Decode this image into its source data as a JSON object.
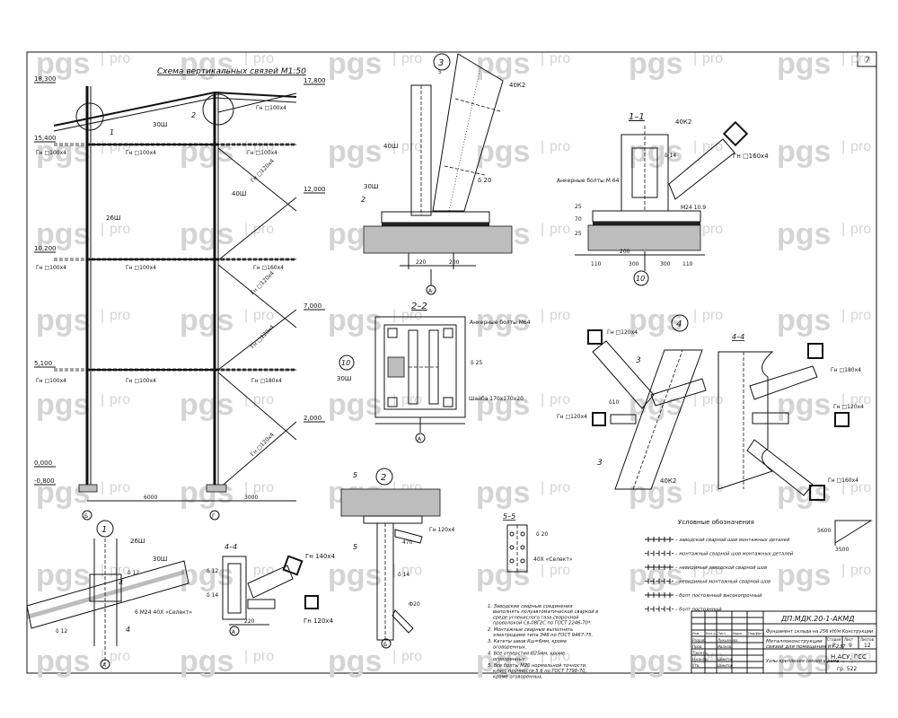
{
  "sheet": {
    "page_number": "7",
    "watermark_main": "pgs",
    "watermark_sub": "pro"
  },
  "scheme": {
    "title": "Схема вертикальных связей М1:50",
    "elevations": [
      "18,300",
      "17,800",
      "15,400",
      "12,000",
      "10,200",
      "7,000",
      "5,100",
      "2,000",
      "0,000",
      "-0,800"
    ],
    "bays": [
      "6000",
      "3000"
    ],
    "axes": [
      "Б",
      "Г"
    ],
    "labels": {
      "purlin": "30Ш",
      "col1": "26Ш",
      "col2": "40Ш",
      "gn100_1": "Гн □100х4",
      "gn100_2": "Гн □100х4",
      "gn100_3": "Гн □100х4",
      "gn100_4": "Гн □100х4",
      "gn100_5": "Гн □100х4",
      "gn100_6": "Гн □100х4",
      "gn100_7": "Гн □100х4",
      "gn100_8": "Гн □100х4",
      "gn160": "Гн □160х4",
      "gn180": "Гн □180х4",
      "gn120_1": "Гн □120х4",
      "gn120_2": "Гн □120х4",
      "gn120_3": "Гн □120х4",
      "gn120_4": "Гн □120х4",
      "callout1": "1",
      "callout2": "2"
    }
  },
  "node3": {
    "callout": "3",
    "sub": "5",
    "col": "40Ш",
    "brace": "40К2",
    "beam": "30Ш",
    "plate": "δ 20",
    "dims": [
      "220",
      "200"
    ],
    "axis": "А",
    "sec": "2"
  },
  "sec11": {
    "title": "1–1",
    "col": "40К2",
    "bolts": "Анкерные болты М 64",
    "plate": "δ 14",
    "brace": "Гн □160х4",
    "bolt": "М24 10.9",
    "dims": [
      "110",
      "200",
      "300",
      "300",
      "110"
    ],
    "vert": [
      "25",
      "70",
      "25"
    ],
    "axis": "10"
  },
  "sec22": {
    "title": "2–2",
    "bolts": "Анкерные болты М64",
    "plate": "δ 25",
    "washer": "Шайба 170х170х20",
    "beam": "30Ш",
    "axis": "10",
    "axis2": "А"
  },
  "node4": {
    "callout": "4",
    "sec": "4–4",
    "gn120a": "Гн □120х4",
    "gn120b": "Гн □120х4",
    "gn180": "Гн □180х4",
    "gn120c": "Гн □120х4",
    "gn160": "Гн □160х4",
    "col": "40К2",
    "plate": "δ10",
    "mark": "3"
  },
  "node1": {
    "callout": "1",
    "beam": "26Ш",
    "beam2": "30Ш",
    "plate": "δ 12",
    "plate2": "δ 12",
    "bolts": "6 М24 40Х «Селект»",
    "sec": "4",
    "axis": "А"
  },
  "node44": {
    "sec": "4–4",
    "gn1": "Гн 140х4",
    "gn2": "Гн 120х4",
    "plate": "δ 12",
    "plate2": "δ 14",
    "dim": "220",
    "axis": "А"
  },
  "node2": {
    "callout": "2",
    "sec": "5",
    "gn": "Гн 120х4",
    "plate": "δ 14",
    "pipe": "Ф20",
    "dim": "470",
    "axis": "Б"
  },
  "sec55": {
    "title": "5–5",
    "plate": "δ 20",
    "bolts": "40Х «Селект»"
  },
  "notes": [
    "1. Заводские сварные соединения выполнять полуавтоматической сваркой в среде углекислого газа сварочной проволокой Св-08Г2С по ГОСТ 2246-70*.",
    "2. Монтажные сварные выполнять электродами типа Э46 по ГОСТ 9467-75.",
    "3. Катеты швов Кш=6мм, кроме оговоренных.",
    "4. Все отверстия Ø25мм, кроме оговоренных.",
    "5. Все болты М20 нормальной точности, класс прочности 5.6 по ГОСТ 7798-70, кроме оговоренных."
  ],
  "legend": {
    "title": "Условные обозначения",
    "items": [
      "– заводской сварной шов монтажных деталей",
      "– монтажный сварной шов монтажных деталей",
      "– невидимый заводской сварной шов",
      "– невидимый монтажный сварной шов",
      "– болт постоянный высокопрочный",
      "– болт постоянный"
    ]
  },
  "orient": {
    "a": "5600",
    "b": "3500"
  },
  "stamp": {
    "code": "ДП.МДК.20-1-АКМД",
    "object": "Фундамент склада на 256 кН/м  Конструкции",
    "title1": "Металлоконструкции",
    "title2": "связей для помещения Кт-237",
    "stage": "Р",
    "sheet": "9",
    "sheets": "12",
    "drawing": "Узлы крепления связей к раме",
    "org1": "Н.АСУ, ГСС",
    "org2": "гр. 522",
    "roles": [
      "Разраб.",
      "Пров.",
      "Т.контр.",
      "Н.контр.",
      "Утв."
    ],
    "names": [
      "Лукьянова",
      "Иванов",
      "",
      "Шмитов",
      "Шмитов"
    ],
    "cols": [
      "Изм.",
      "Кол.уч",
      "Лист",
      "№док",
      "Подп.",
      "Дата"
    ],
    "hdr": [
      "Стадия",
      "Лист",
      "Листов"
    ]
  }
}
